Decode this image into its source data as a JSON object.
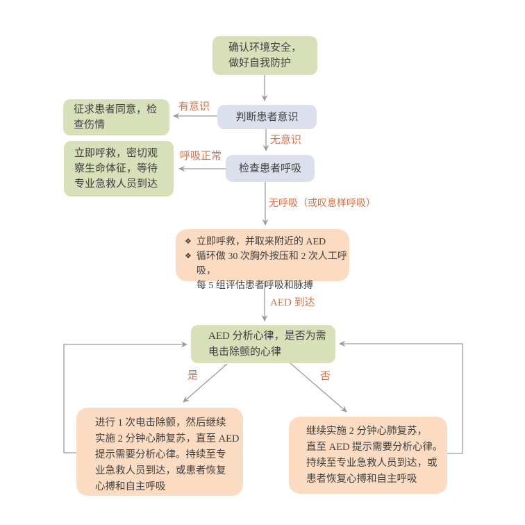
{
  "colors": {
    "background": "#ffffff",
    "green_box": "#d8e0ba",
    "blue_box": "#dce0ed",
    "orange_box": "#fbdcc2",
    "edge_label_text": "#d2714b",
    "box_text": "#404040",
    "connector_line": "#9b9b9b"
  },
  "glyphs": {
    "bullet": "❖"
  },
  "nodes": {
    "confirm_safety": {
      "text": "确认环境安全，\n做好自我防护"
    },
    "judge_consciousness": {
      "text": "判断患者意识"
    },
    "ask_consent": {
      "text": "征求患者同意，检\n查伤情"
    },
    "check_breathing": {
      "text": "检查患者呼吸"
    },
    "call_help_observe": {
      "text": "立即呼救，密切观\n察生命体征，等待\n专业急救人员到达"
    },
    "cpr_cycle": {
      "items": [
        "立即呼救，并取来附近的 AED",
        "循环做 30 次胸外按压和 2 次人工呼吸，\n每 5 组评估患者呼吸和脉搏"
      ]
    },
    "aed_analyze": {
      "text": "AED 分析心律，是否为需\n电击除颤的心律"
    },
    "shock_then_cpr": {
      "text": "进行 1 次电击除颤，然后继续\n实施 2 分钟心肺复苏，直至 AED\n提示需要分析心律。持续至专\n业急救人员到达，或患者恢复\n心搏和自主呼吸"
    },
    "continue_cpr": {
      "text": "继续实施 2 分钟心肺复苏，\n直至 AED 提示需要分析心律。\n持续至专业急救人员到达，或\n患者恢复心搏和自主呼吸"
    }
  },
  "edge_labels": {
    "conscious": "有意识",
    "unconscious": "无意识",
    "breathing_normal": "呼吸正常",
    "no_breathing": "无呼吸（或叹息样呼吸）",
    "aed_arrives": "AED 到达",
    "yes": "是",
    "no": "否"
  }
}
